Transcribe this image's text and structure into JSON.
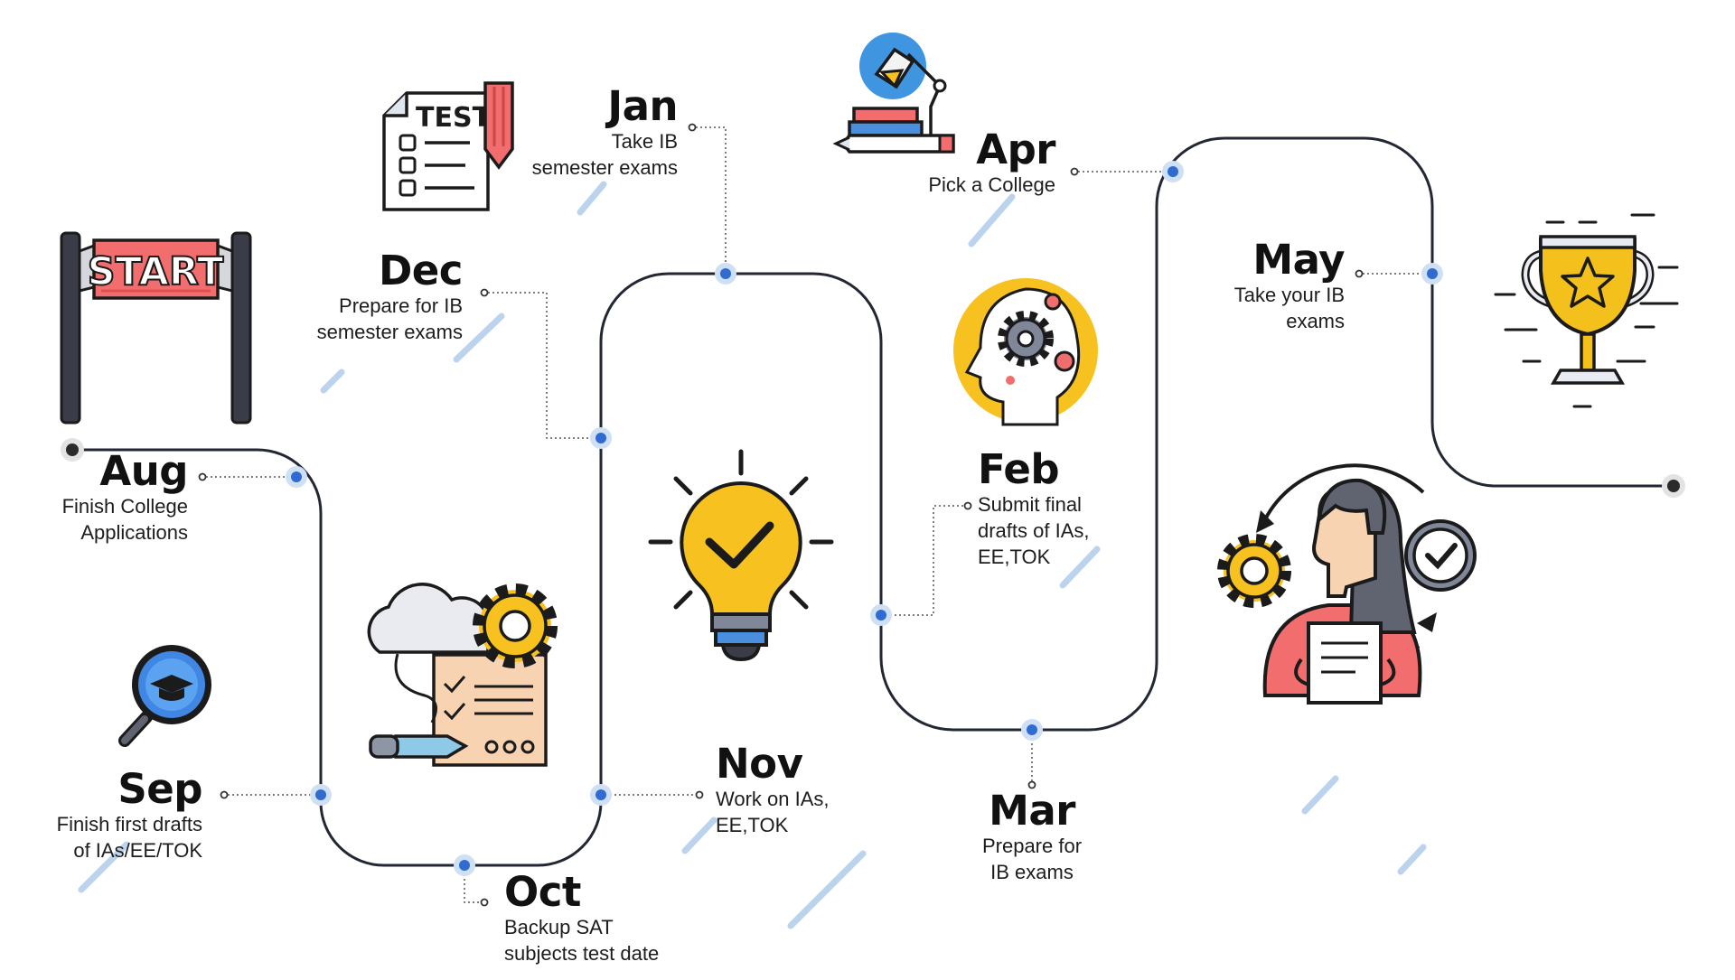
{
  "start_sign": "START",
  "test_sheet": "TEST",
  "milestones": [
    {
      "month": "Aug",
      "desc1": "Finish College",
      "desc2": "Applications"
    },
    {
      "month": "Sep",
      "desc1": "Finish first drafts",
      "desc2": "of IAs/EE/TOK"
    },
    {
      "month": "Oct",
      "desc1": "Backup SAT",
      "desc2": "subjects test date"
    },
    {
      "month": "Nov",
      "desc1": "Work on IAs,",
      "desc2": "EE,TOK"
    },
    {
      "month": "Dec",
      "desc1": "Prepare for IB",
      "desc2": "semester exams"
    },
    {
      "month": "Jan",
      "desc1": "Take IB",
      "desc2": "semester exams"
    },
    {
      "month": "Feb",
      "desc1": "Submit final",
      "desc2": "drafts of IAs,",
      "desc3": "EE,TOK"
    },
    {
      "month": "Mar",
      "desc1": "Prepare for",
      "desc2": "IB exams"
    },
    {
      "month": "Apr",
      "desc1": "Pick a College"
    },
    {
      "month": "May",
      "desc1": "Take your IB",
      "desc2": "exams"
    }
  ],
  "icons": [
    "start-banner-icon",
    "search-graduation-icon",
    "test-sheet-icon",
    "planning-gear-cloud-icon",
    "lightbulb-check-icon",
    "books-lamp-icon",
    "head-gears-icon",
    "person-gears-check-icon",
    "trophy-star-icon"
  ],
  "colors": {
    "path": "#222733",
    "node": "#2f6bd0",
    "node_ring": "#cfe0f4",
    "accent_stroke": "#bcd3ee",
    "start_red": "#f26d6d",
    "bulb_yellow": "#f7c11f",
    "trophy_gold": "#f4c11c"
  }
}
